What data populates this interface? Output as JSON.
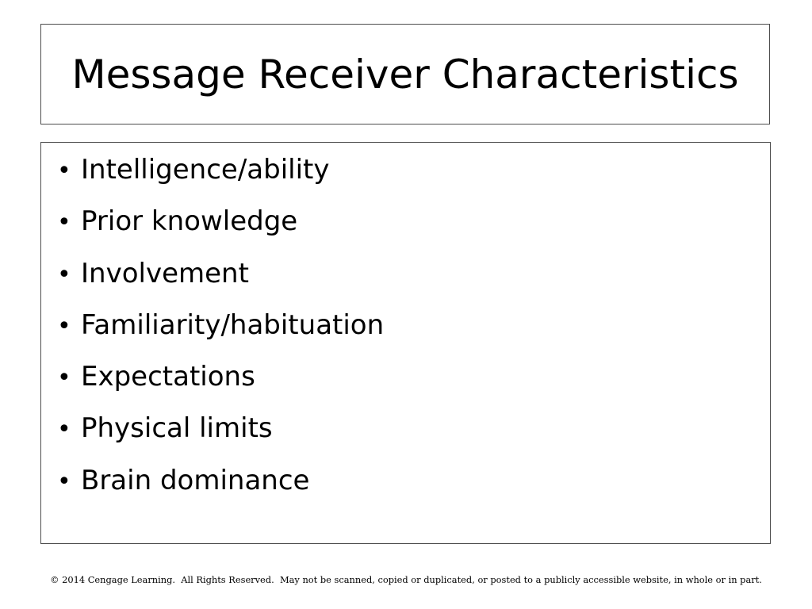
{
  "slide": {
    "title": "Message Receiver Characteristics",
    "bullet_glyph": "•",
    "bullets": [
      "Intelligence/ability",
      "Prior knowledge",
      "Involvement",
      "Familiarity/habituation",
      "Expectations",
      "Physical limits",
      "Brain dominance"
    ]
  },
  "footer": {
    "copyright": "© 2014 Cengage Learning.  All Rights Reserved.  May not be scanned, copied or duplicated, or posted to a publicly accessible website, in whole or in part."
  }
}
